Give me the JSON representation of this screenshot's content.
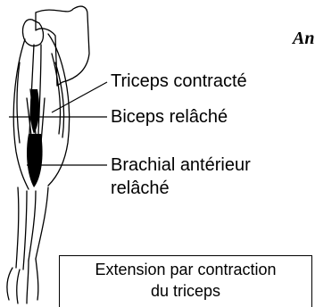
{
  "figure": {
    "title": "An",
    "labels": {
      "triceps": "Triceps contracté",
      "biceps": "Biceps relâché",
      "brachial_line1": "Brachial antérieur",
      "brachial_line2": "relâché"
    },
    "caption": {
      "line1": "Extension par contraction",
      "line2": "du triceps"
    },
    "colors": {
      "ink": "#000000",
      "paper": "#ffffff"
    }
  }
}
